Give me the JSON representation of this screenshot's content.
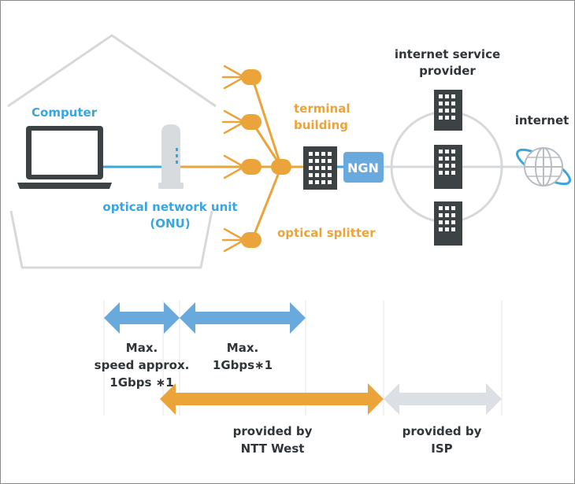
{
  "labels": {
    "computer": "Computer",
    "onu_line1": "optical network unit",
    "onu_line2": "(ONU)",
    "terminal_line1": "terminal",
    "terminal_line2": "building",
    "ngn": "NGN",
    "splitter": "optical splitter",
    "isp_line1": "internet service",
    "isp_line2": "provider",
    "internet": "internet"
  },
  "speed": {
    "left_line1": "Max.",
    "left_line2": "speed approx.",
    "left_line3": "1Gbps ∗1",
    "right_line1": "Max.",
    "right_line2": "1Gbps∗1"
  },
  "provided": {
    "ntt_line1": "provided by",
    "ntt_line2": "NTT West",
    "isp_line1": "provided by",
    "isp_line2": "ISP"
  },
  "colors": {
    "blue": "#3aa6dd",
    "orange": "#eba43a",
    "arrow_blue": "#6aa9dc",
    "arrow_gray": "#dcdfe3",
    "outline_gray": "#d6d9dc",
    "dark": "#2f3538"
  },
  "icons": [
    "laptop-icon",
    "onu-icon",
    "splitter-icon",
    "terminal-building-icon",
    "isp-building-icon",
    "globe-icon"
  ]
}
